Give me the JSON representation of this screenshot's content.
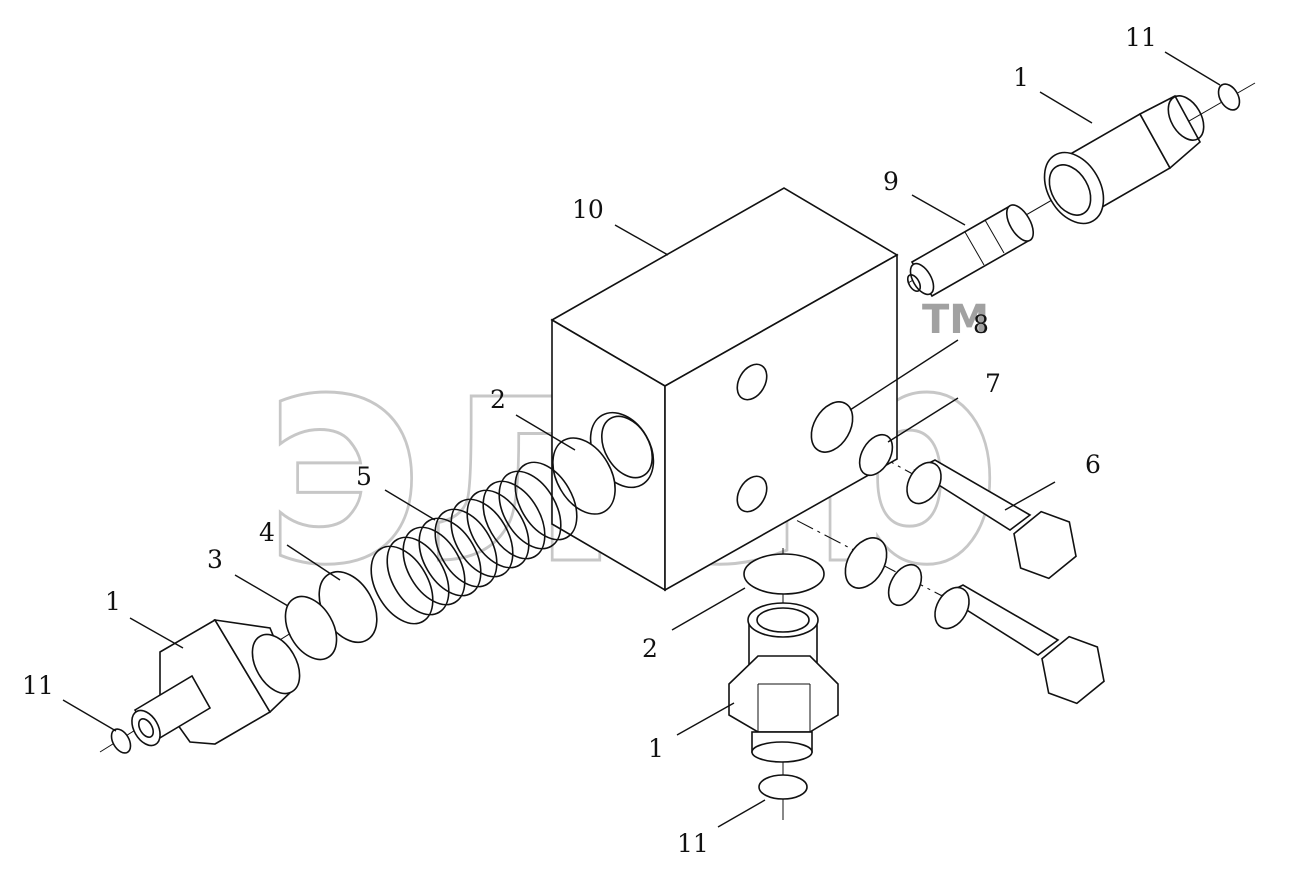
{
  "watermark": {
    "text": "элеb",
    "trademark": "TM"
  },
  "callouts": [
    {
      "id": "c11-top",
      "text": "11"
    },
    {
      "id": "c1-top",
      "text": "1"
    },
    {
      "id": "c9",
      "text": "9"
    },
    {
      "id": "c10",
      "text": "10"
    },
    {
      "id": "c8",
      "text": "8"
    },
    {
      "id": "c7",
      "text": "7"
    },
    {
      "id": "c2-left",
      "text": "2"
    },
    {
      "id": "c6",
      "text": "6"
    },
    {
      "id": "c5",
      "text": "5"
    },
    {
      "id": "c4",
      "text": "4"
    },
    {
      "id": "c3",
      "text": "3"
    },
    {
      "id": "c1-left",
      "text": "1"
    },
    {
      "id": "c11-left",
      "text": "11"
    },
    {
      "id": "c2-bottom",
      "text": "2"
    },
    {
      "id": "c1-bottom",
      "text": "1"
    },
    {
      "id": "c11-bottom",
      "text": "11"
    }
  ]
}
